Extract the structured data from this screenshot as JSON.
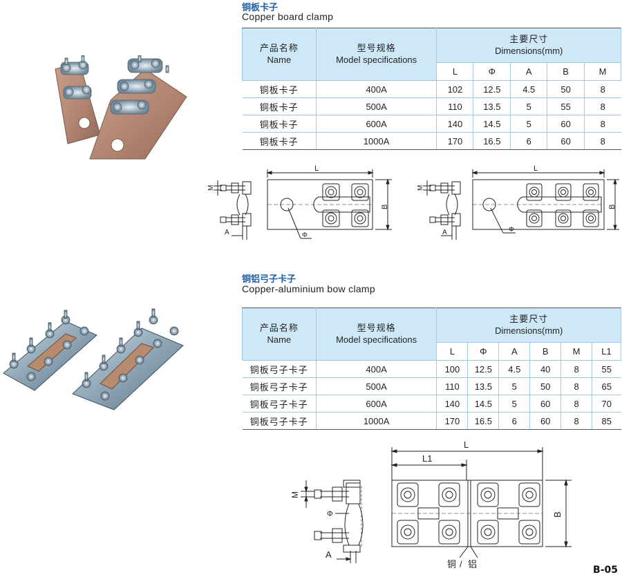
{
  "section1": {
    "title_cn": "铜板卡子",
    "title_en": "Copper board clamp",
    "headers": {
      "name_cn": "产品名称",
      "name_en": "Name",
      "model_cn": "型号规格",
      "model_en": "Model specifications",
      "dims_cn": "主要尺寸",
      "dims_en": "Dimensions(mm)",
      "cols": [
        "L",
        "Φ",
        "A",
        "B",
        "M"
      ]
    },
    "rows": [
      {
        "name": "铜板卡子",
        "model": "400A",
        "vals": [
          "102",
          "12.5",
          "4.5",
          "50",
          "8"
        ]
      },
      {
        "name": "铜板卡子",
        "model": "500A",
        "vals": [
          "110",
          "13.5",
          "5",
          "55",
          "8"
        ]
      },
      {
        "name": "铜板卡子",
        "model": "600A",
        "vals": [
          "140",
          "14.5",
          "5",
          "60",
          "8"
        ]
      },
      {
        "name": "铜板卡子",
        "model": "1000A",
        "vals": [
          "170",
          "16.5",
          "6",
          "60",
          "8"
        ]
      }
    ],
    "diagram_labels": {
      "L": "L",
      "M": "M",
      "B": "B",
      "A": "A",
      "phi": "Φ"
    }
  },
  "section2": {
    "title_cn": "铜铝弓子卡子",
    "title_en": "Copper-aluminium bow clamp",
    "headers": {
      "name_cn": "产品名称",
      "name_en": "Name",
      "model_cn": "型号规格",
      "model_en": "Model specifications",
      "dims_cn": "主要尺寸",
      "dims_en": "Dimensions(mm)",
      "cols": [
        "L",
        "Φ",
        "A",
        "B",
        "M",
        "L1"
      ]
    },
    "rows": [
      {
        "name": "铜板弓子卡子",
        "model": "400A",
        "vals": [
          "100",
          "12.5",
          "4.5",
          "40",
          "8",
          "55"
        ]
      },
      {
        "name": "铜板弓子卡子",
        "model": "500A",
        "vals": [
          "110",
          "13.5",
          "5",
          "50",
          "8",
          "65"
        ]
      },
      {
        "name": "铜板弓子卡子",
        "model": "600A",
        "vals": [
          "140",
          "14.5",
          "5",
          "60",
          "8",
          "70"
        ]
      },
      {
        "name": "铜板弓子卡子",
        "model": "1000A",
        "vals": [
          "170",
          "16.5",
          "6",
          "60",
          "8",
          "85"
        ]
      }
    ],
    "diagram_labels": {
      "L": "L",
      "L1": "L1",
      "M": "M",
      "B": "B",
      "A": "A",
      "phi": "Φ",
      "copper": "铜",
      "aluminium": "铝"
    }
  },
  "page_number": "B-05",
  "colors": {
    "header_bg": "#cfe8f7",
    "grid": "#9ccae6",
    "title_blue": "#1d5fa8",
    "copper": "#b98c72",
    "steel": "#8aa3b5"
  }
}
